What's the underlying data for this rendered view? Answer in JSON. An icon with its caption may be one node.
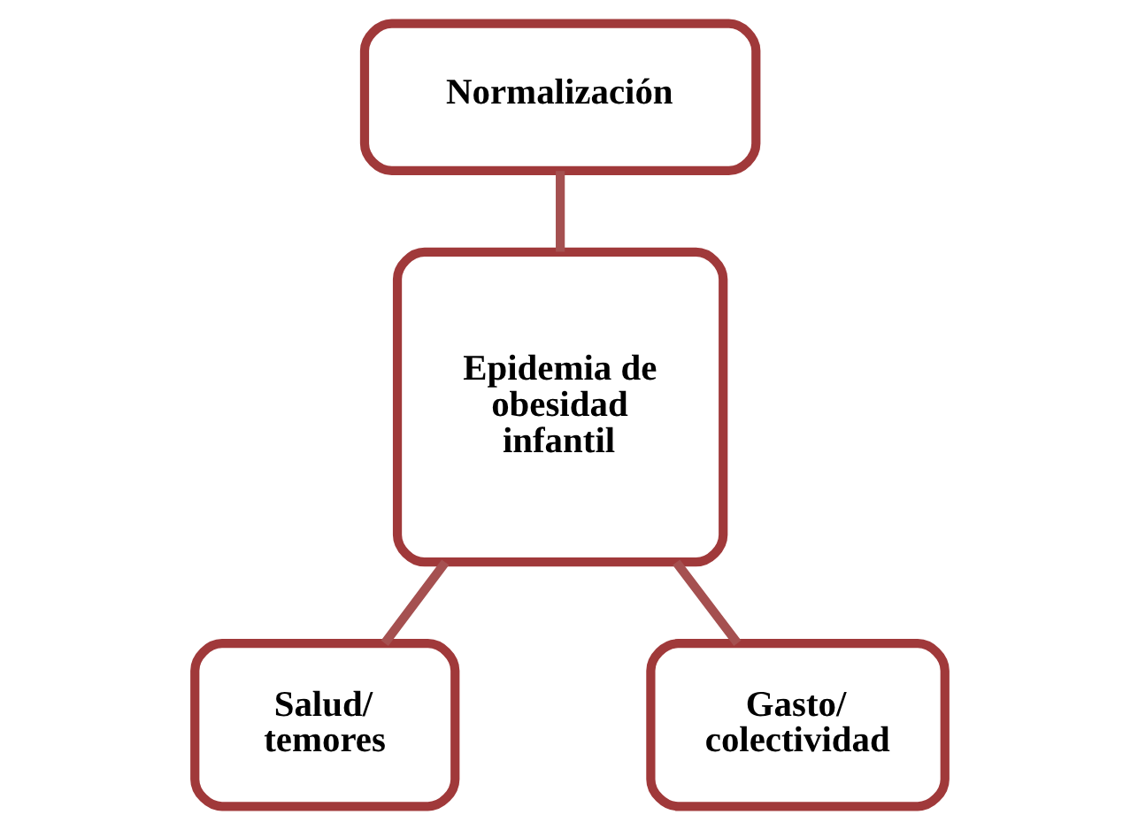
{
  "diagram": {
    "nodes": [
      {
        "text": [
          "Normalización"
        ]
      },
      {
        "text": [
          "Epidemia de obesidad infantil"
        ]
      },
      {
        "text": [
          "Salud/ temores"
        ]
      },
      {
        "text": [
          "Gasto/ colectividad"
        ]
      }
    ],
    "edges": [
      {
        "from": 1,
        "to": 0,
        "arrow": "none"
      },
      {
        "from": 1,
        "to": 2,
        "arrow": "none"
      },
      {
        "from": 1,
        "to": 3,
        "arrow": "none"
      }
    ]
  }
}
